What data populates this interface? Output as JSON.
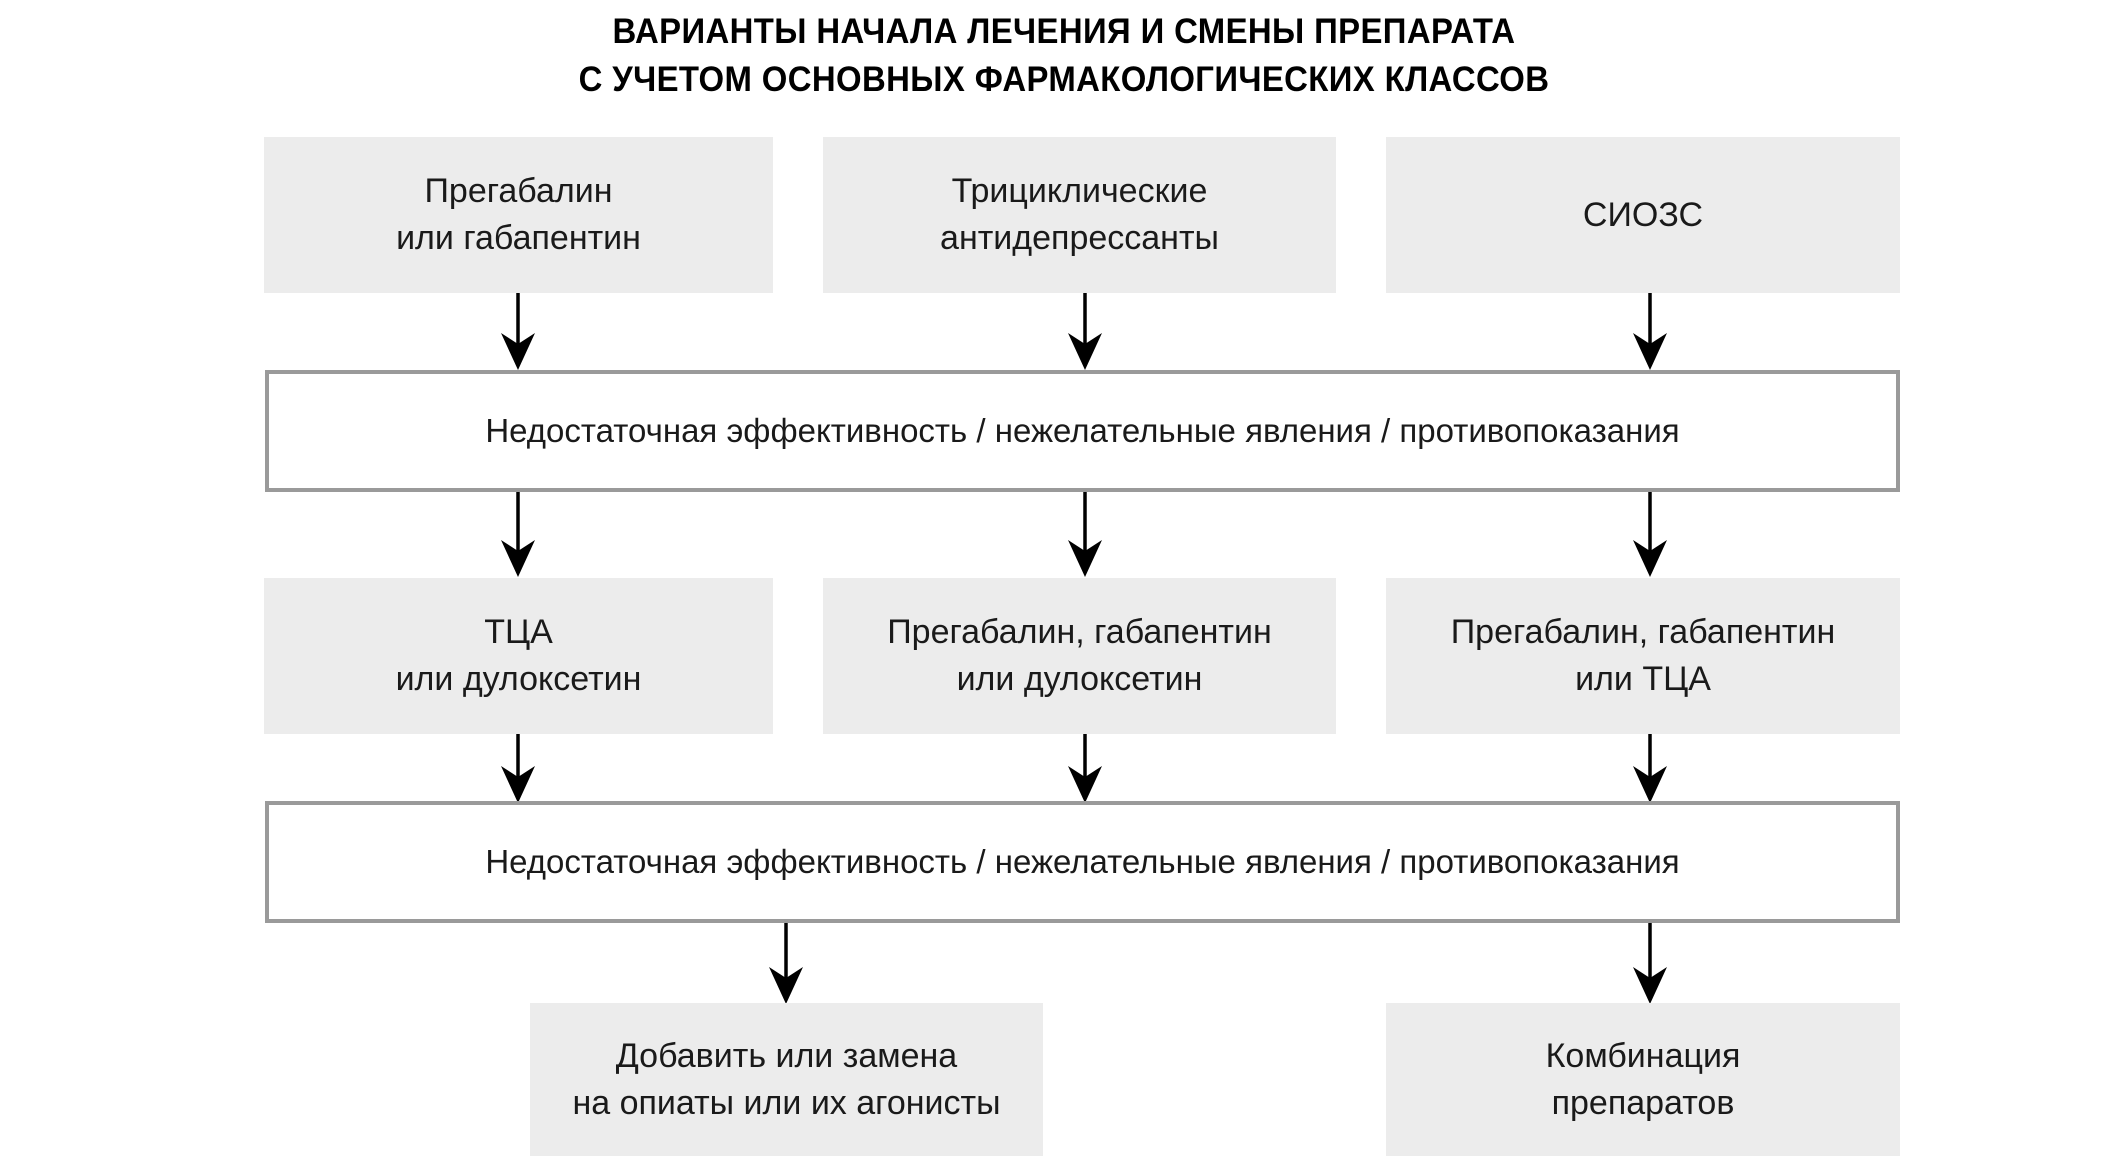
{
  "title": {
    "line1": "ВАРИАНТЫ НАЧАЛА ЛЕЧЕНИЯ И СМЕНЫ ПРЕПАРАТА",
    "line2": "С УЧЕТОМ ОСНОВНЫХ ФАРМАКОЛОГИЧЕСКИХ КЛАССОВ"
  },
  "colors": {
    "box_fill": "#ececec",
    "bar_fill": "#ffffff",
    "bar_border": "#9a9a9a",
    "text": "#1a1a1a",
    "arrow": "#000000",
    "background": "#ffffff"
  },
  "diagram": {
    "row1": [
      {
        "id": "pregabalin-gabapentin",
        "label": "Прегабалин\nили габапентин"
      },
      {
        "id": "tricyclic-antidepressants",
        "label": "Трициклические\nантидепрессанты"
      },
      {
        "id": "ssri",
        "label": "СИОЗС"
      }
    ],
    "bar1": {
      "id": "insufficient-efficacy-1",
      "label": "Недостаточная эффективность / нежелательные явления / противопоказания"
    },
    "row2": [
      {
        "id": "tca-duloxetine",
        "label": "ТЦА\nили дулоксетин"
      },
      {
        "id": "pregabalin-gabapentin-duloxetine",
        "label": "Прегабалин, габапентин\nили дулоксетин"
      },
      {
        "id": "pregabalin-gabapentin-tca",
        "label": "Прегабалин, габапентин\nили ТЦА"
      }
    ],
    "bar2": {
      "id": "insufficient-efficacy-2",
      "label": "Недостаточная эффективность / нежелательные явления / противопоказания"
    },
    "row3": [
      {
        "id": "add-or-switch-opiates",
        "label": "Добавить или замена\nна опиаты или их агонисты"
      },
      {
        "id": "drug-combination",
        "label": "Комбинация\nпрепаратов"
      }
    ]
  },
  "chart_data": {
    "type": "diagram",
    "title": "ВАРИАНТЫ НАЧАЛА ЛЕЧЕНИЯ И СМЕНЫ ПРЕПАРАТА С УЧЕТОМ ОСНОВНЫХ ФАРМАКОЛОГИЧЕСКИХ КЛАССОВ",
    "nodes": [
      {
        "id": "pregabalin-gabapentin",
        "text": "Прегабалин или габапентин",
        "level": 1,
        "column": 1,
        "style": "filled"
      },
      {
        "id": "tricyclic-antidepressants",
        "text": "Трициклические антидепрессанты",
        "level": 1,
        "column": 2,
        "style": "filled"
      },
      {
        "id": "ssri",
        "text": "СИОЗС",
        "level": 1,
        "column": 3,
        "style": "filled"
      },
      {
        "id": "insufficient-efficacy-1",
        "text": "Недостаточная эффективность / нежелательные явления / противопоказания",
        "level": 2,
        "column": "full",
        "style": "outlined"
      },
      {
        "id": "tca-duloxetine",
        "text": "ТЦА или дулоксетин",
        "level": 3,
        "column": 1,
        "style": "filled"
      },
      {
        "id": "pregabalin-gabapentin-duloxetine",
        "text": "Прегабалин, габапентин или дулоксетин",
        "level": 3,
        "column": 2,
        "style": "filled"
      },
      {
        "id": "pregabalin-gabapentin-tca",
        "text": "Прегабалин, габапентин или ТЦА",
        "level": 3,
        "column": 3,
        "style": "filled"
      },
      {
        "id": "insufficient-efficacy-2",
        "text": "Недостаточная эффективность / нежелательные явления / противопоказания",
        "level": 4,
        "column": "full",
        "style": "outlined"
      },
      {
        "id": "add-or-switch-opiates",
        "text": "Добавить или замена на опиаты или их агонисты",
        "level": 5,
        "column": 1,
        "style": "filled"
      },
      {
        "id": "drug-combination",
        "text": "Комбинация препаратов",
        "level": 5,
        "column": 3,
        "style": "filled"
      }
    ],
    "edges": [
      {
        "from": "pregabalin-gabapentin",
        "to": "insufficient-efficacy-1",
        "type": "arrow-down"
      },
      {
        "from": "tricyclic-antidepressants",
        "to": "insufficient-efficacy-1",
        "type": "arrow-down"
      },
      {
        "from": "ssri",
        "to": "insufficient-efficacy-1",
        "type": "arrow-down"
      },
      {
        "from": "insufficient-efficacy-1",
        "to": "tca-duloxetine",
        "type": "arrow-down"
      },
      {
        "from": "insufficient-efficacy-1",
        "to": "pregabalin-gabapentin-duloxetine",
        "type": "arrow-down"
      },
      {
        "from": "insufficient-efficacy-1",
        "to": "pregabalin-gabapentin-tca",
        "type": "arrow-down"
      },
      {
        "from": "tca-duloxetine",
        "to": "insufficient-efficacy-2",
        "type": "arrow-down"
      },
      {
        "from": "pregabalin-gabapentin-duloxetine",
        "to": "insufficient-efficacy-2",
        "type": "arrow-down"
      },
      {
        "from": "pregabalin-gabapentin-tca",
        "to": "insufficient-efficacy-2",
        "type": "arrow-down"
      },
      {
        "from": "insufficient-efficacy-2",
        "to": "add-or-switch-opiates",
        "type": "arrow-down"
      },
      {
        "from": "insufficient-efficacy-2",
        "to": "drug-combination",
        "type": "arrow-down"
      }
    ],
    "orientation": "top-to-bottom",
    "levels": 5
  }
}
